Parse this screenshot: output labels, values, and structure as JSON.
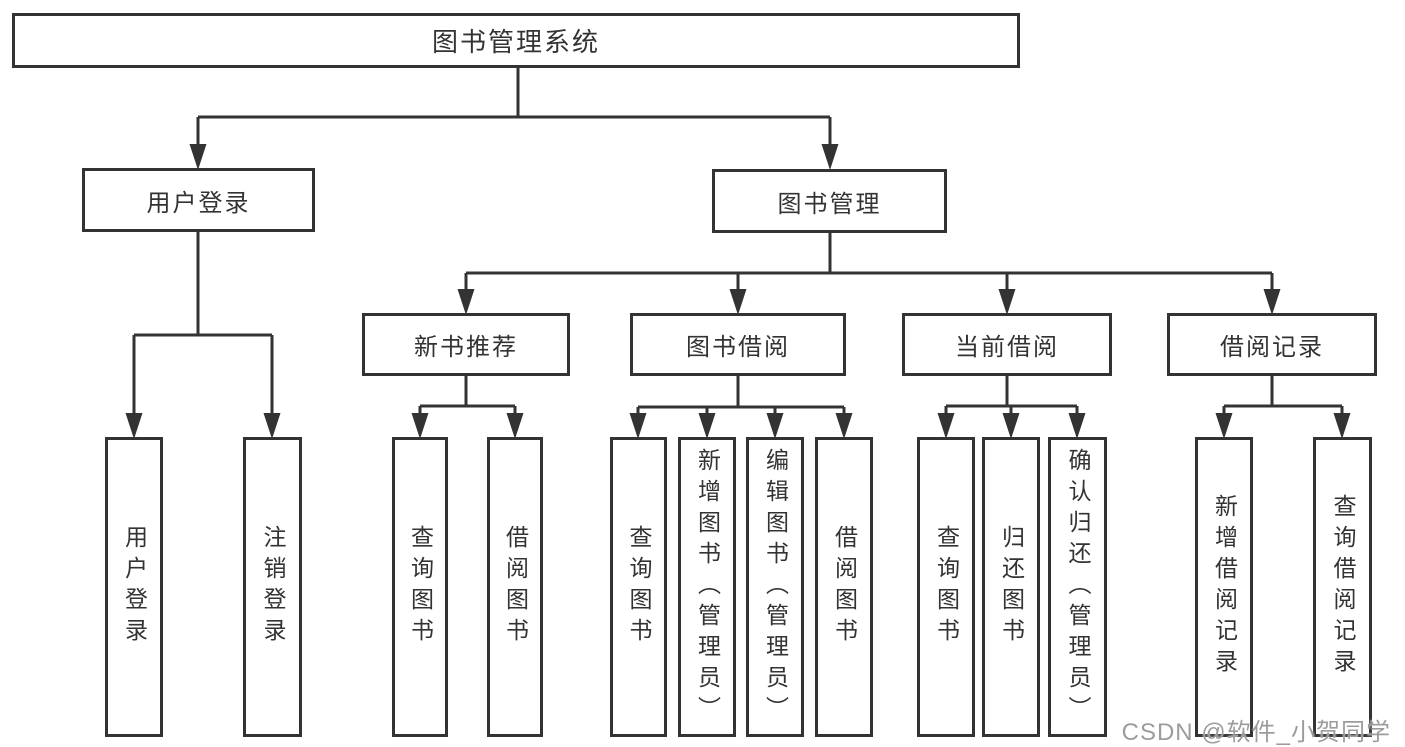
{
  "diagram": {
    "kind": "hierarchy-structure-diagram",
    "tree": {
      "root": {
        "label": "图书管理系统",
        "children": [
          {
            "label": "用户登录",
            "children": [
              {
                "label": "用户登录"
              },
              {
                "label": "注销登录"
              }
            ]
          },
          {
            "label": "图书管理",
            "children": [
              {
                "label": "新书推荐",
                "children": [
                  {
                    "label": "查询图书"
                  },
                  {
                    "label": "借阅图书"
                  }
                ]
              },
              {
                "label": "图书借阅",
                "children": [
                  {
                    "label": "查询图书"
                  },
                  {
                    "label": "新增图书（管理员）"
                  },
                  {
                    "label": "编辑图书（管理员）"
                  },
                  {
                    "label": "借阅图书"
                  }
                ]
              },
              {
                "label": "当前借阅",
                "children": [
                  {
                    "label": "查询图书"
                  },
                  {
                    "label": "归还图书"
                  },
                  {
                    "label": "确认归还（管理员）"
                  }
                ]
              },
              {
                "label": "借阅记录",
                "children": [
                  {
                    "label": "新增借阅记录"
                  },
                  {
                    "label": "查询借阅记录"
                  }
                ]
              }
            ]
          }
        ]
      }
    },
    "colors": {
      "line": "#333333",
      "box_border": "#333333",
      "text": "#333333",
      "background": "#ffffff"
    }
  },
  "watermark": {
    "text": "CSDN @软件_小贺同学",
    "color": "#9c9c9c"
  }
}
